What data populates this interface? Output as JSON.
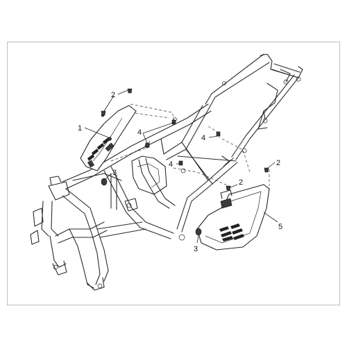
{
  "diagram": {
    "callouts": [
      {
        "id": "c1",
        "label": "1"
      },
      {
        "id": "c2a",
        "label": "2"
      },
      {
        "id": "c2b",
        "label": "2"
      },
      {
        "id": "c2c",
        "label": "2"
      },
      {
        "id": "c3a",
        "label": "3"
      },
      {
        "id": "c3b",
        "label": "3"
      },
      {
        "id": "c4a",
        "label": "4"
      },
      {
        "id": "c4b",
        "label": "4"
      },
      {
        "id": "c4c",
        "label": "4"
      },
      {
        "id": "c5",
        "label": "5"
      }
    ]
  }
}
